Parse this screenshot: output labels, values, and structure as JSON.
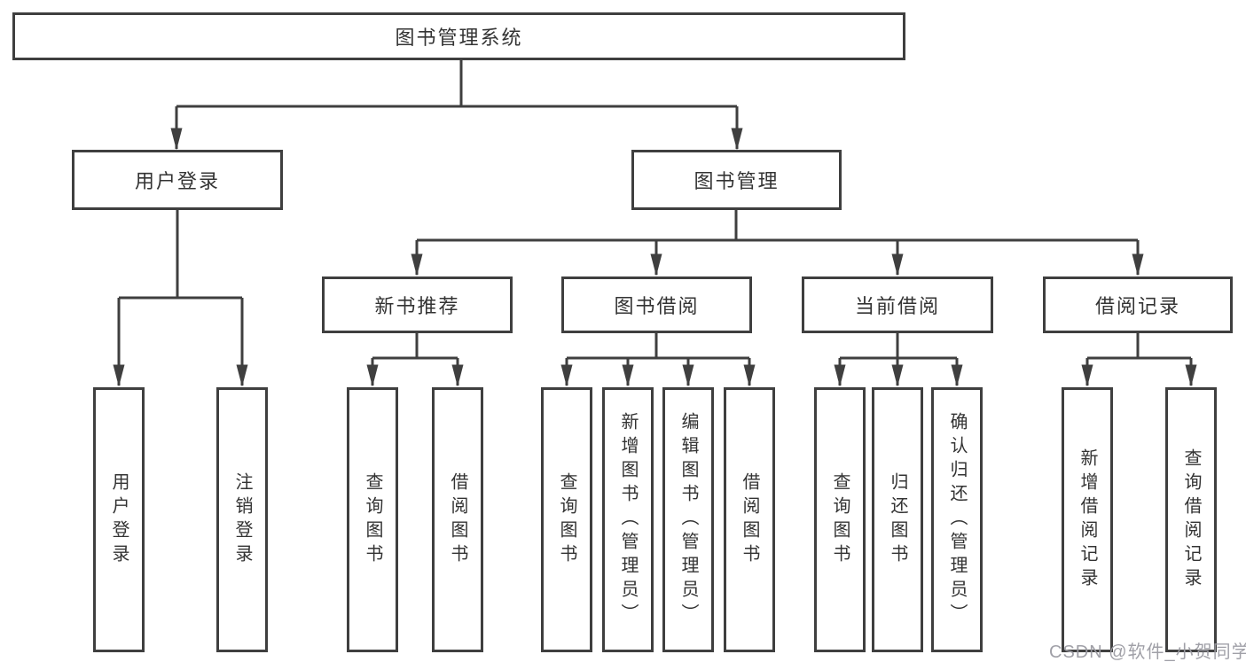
{
  "tree": {
    "root": {
      "label": "图书管理系统"
    },
    "children": [
      {
        "label": "用户登录",
        "children": [
          {
            "label": "用户登录"
          },
          {
            "label": "注销登录"
          }
        ]
      },
      {
        "label": "图书管理",
        "children": [
          {
            "label": "新书推荐",
            "children": [
              {
                "label": "查询图书"
              },
              {
                "label": "借阅图书"
              }
            ]
          },
          {
            "label": "图书借阅",
            "children": [
              {
                "label": "查询图书"
              },
              {
                "label": "新增图书（管理员）"
              },
              {
                "label": "编辑图书（管理员）"
              },
              {
                "label": "借阅图书"
              }
            ]
          },
          {
            "label": "当前借阅",
            "children": [
              {
                "label": "查询图书"
              },
              {
                "label": "归还图书"
              },
              {
                "label": "确认归还（管理员）"
              }
            ]
          },
          {
            "label": "借阅记录",
            "children": [
              {
                "label": "新增借阅记录"
              },
              {
                "label": "查询借阅记录"
              }
            ]
          }
        ]
      }
    ]
  },
  "watermark": {
    "text": "CSDN @软件_小贺同学"
  },
  "colors": {
    "line": "#3f3f3f",
    "border": "#3f3f3f",
    "text": "#333333",
    "background": "#ffffff",
    "watermark": "#9b9ba3"
  }
}
